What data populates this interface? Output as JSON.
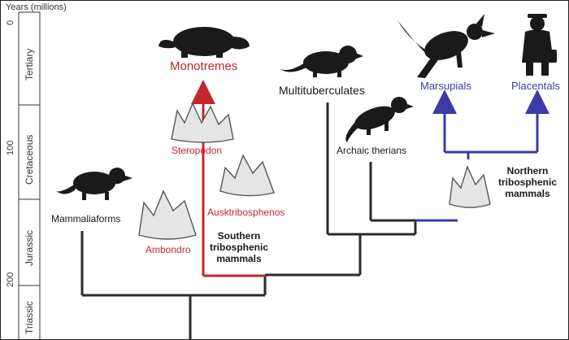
{
  "axis": {
    "title": "Years (millions)",
    "ticks": [
      "0",
      "100",
      "200"
    ],
    "periods": [
      "Tertiary",
      "Cretaceous",
      "Jurassic",
      "Triassic"
    ]
  },
  "taxa": {
    "monotremes": "Monotremes",
    "multituberculates": "Multituberculates",
    "marsupials": "Marsupials",
    "placentals": "Placentals",
    "steropodon": "Steropodon",
    "archaic_therians": "Archaic therians",
    "ausktribosphenos": "Ausktribosphenos",
    "mammaliaforms": "Mammaliaforms",
    "ambondro": "Ambondro"
  },
  "groups": {
    "southern": [
      "Southern",
      "tribosphenic",
      "mammals"
    ],
    "northern": [
      "Northern",
      "tribosphenic",
      "mammals"
    ]
  },
  "colors": {
    "black": "#1a1a1a",
    "red": "#c0282d",
    "blue": "#3a3aa8"
  }
}
